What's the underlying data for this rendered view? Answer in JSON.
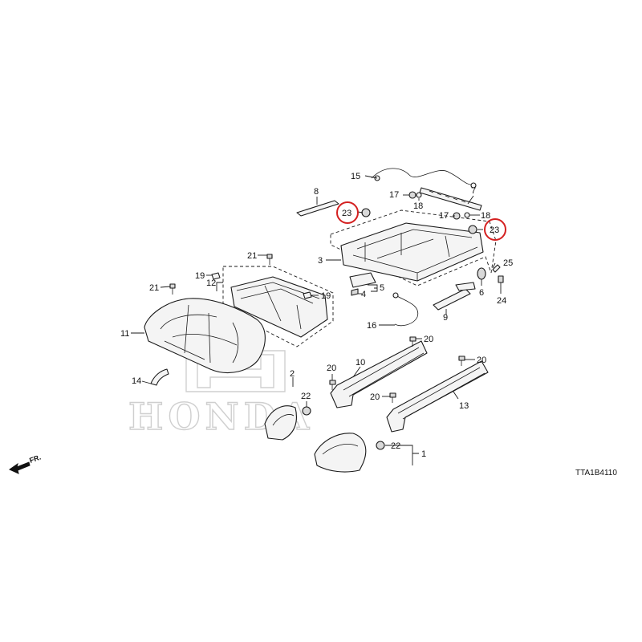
{
  "brand": {
    "watermark_text": "HONDA"
  },
  "direction_indicator": "FR.",
  "reference_code": "TTA1B4110",
  "highlight_color": "#d42020",
  "callouts": {
    "n1": "1",
    "n2": "2",
    "n3": "3",
    "n4": "4",
    "n5": "5",
    "n6": "6",
    "n7": "7",
    "n8": "8",
    "n9": "9",
    "n10": "10",
    "n11": "11",
    "n12": "12",
    "n13": "13",
    "n14": "14",
    "n15": "15",
    "n16": "16",
    "n17": "17",
    "n18": "18",
    "n19": "19",
    "n20": "20",
    "n21": "21",
    "n22": "22",
    "n23": "23",
    "n24": "24",
    "n25": "25"
  }
}
